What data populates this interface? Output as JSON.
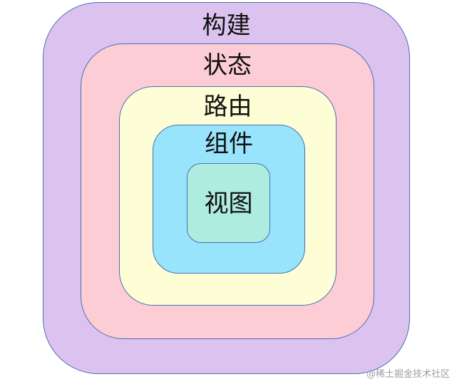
{
  "layers": [
    {
      "key": "build",
      "label": "构建",
      "color": "#dcc3ef"
    },
    {
      "key": "state",
      "label": "状态",
      "color": "#fdcdd6"
    },
    {
      "key": "route",
      "label": "路由",
      "color": "#fefed6"
    },
    {
      "key": "component",
      "label": "组件",
      "color": "#98e4fc"
    },
    {
      "key": "view",
      "label": "视图",
      "color": "#aeecdf"
    }
  ],
  "border_color": "#4a6fb0",
  "watermark": "@稀土掘金技术社区"
}
